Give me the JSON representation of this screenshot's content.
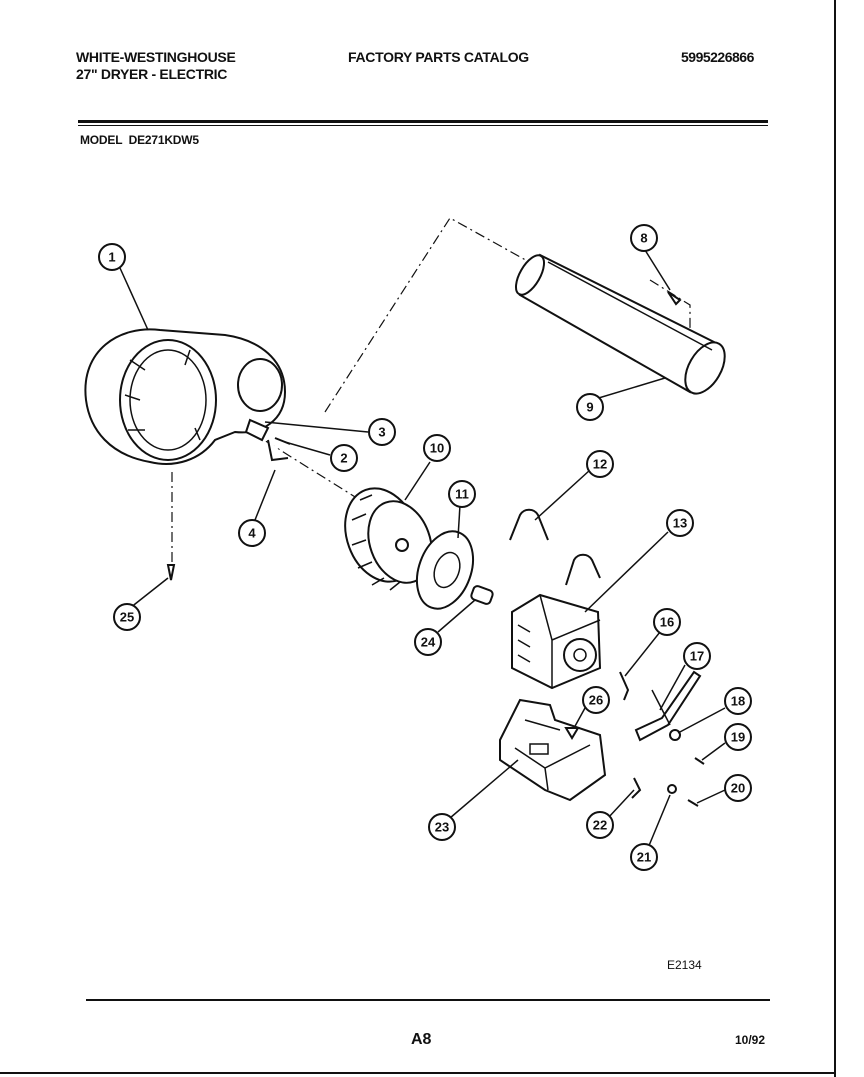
{
  "header": {
    "brand_line1": "WHITE-WESTINGHOUSE",
    "brand_line2": "27\" DRYER - ELECTRIC",
    "catalog_title": "FACTORY PARTS CATALOG",
    "catalog_number": "5995226866"
  },
  "model": {
    "label": "MODEL",
    "number": "DE271KDW5"
  },
  "callouts": [
    "1",
    "2",
    "3",
    "4",
    "8",
    "9",
    "10",
    "11",
    "12",
    "13",
    "16",
    "17",
    "18",
    "19",
    "20",
    "21",
    "22",
    "23",
    "24",
    "25",
    "26"
  ],
  "footer": {
    "diagram_code": "E2134",
    "page_number": "A8",
    "date": "10/92"
  }
}
